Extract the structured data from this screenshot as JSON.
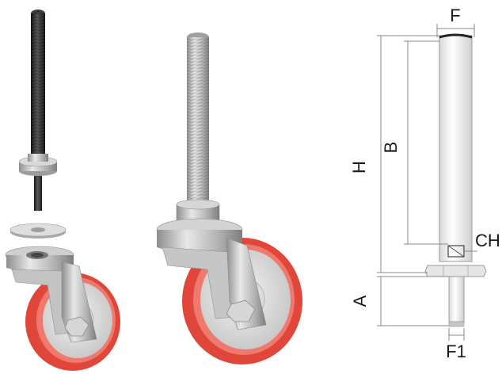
{
  "diagram": {
    "dimension_labels": {
      "F": "F",
      "H": "H",
      "B": "B",
      "CH": "CH",
      "A": "A",
      "F1": "F1"
    },
    "colors": {
      "wheel_tread": "#e0463a",
      "wheel_hub": "#d9d9d9",
      "steel": "#b8b8b8",
      "dark_threaded_stem": "#2b2b2b",
      "dimension_line": "#8a8a8a",
      "label_text": "#1a1a1a"
    }
  }
}
